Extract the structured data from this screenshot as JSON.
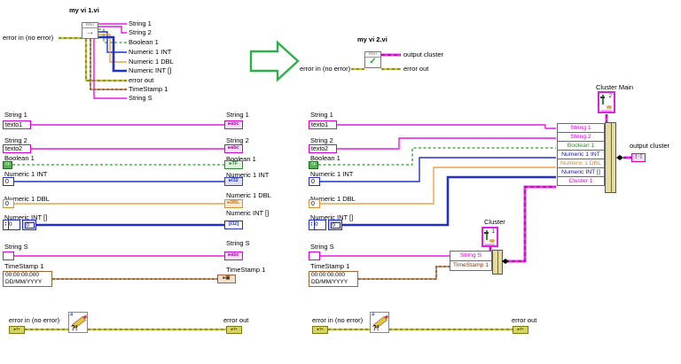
{
  "colors": {
    "string_wire": "#e618e6",
    "boolean_wire": "#2aa02a",
    "int_wire": "#2330c8",
    "dbl_wire": "#e8a44c",
    "array_wire": "#2330c8",
    "error_wire": "#c2c23c",
    "timestamp_wire": "#8a4513",
    "cluster_wire": "#ee2cee",
    "arrow_green": "#2faf4b",
    "bundle_strip": "#e3dc9e"
  },
  "vi1": {
    "title": "my vi 1.vi",
    "icon_text": "FRVI",
    "icon_glyph": "→",
    "error_in": "error in (no error)",
    "outputs": [
      "String 1",
      "String 2",
      "Boolean 1",
      "Numeric 1 INT",
      "Numeric 1 DBL",
      "Numeric INT []",
      "error out",
      "TimeStamp 1",
      "String S"
    ]
  },
  "vi2": {
    "title": "my vi 2.vi",
    "icon_text": "FRVI",
    "icon_glyph": "✓",
    "error_in": "error in (no error)",
    "output_cluster": "output cluster",
    "error_out": "error out"
  },
  "panel_left": {
    "controls": [
      {
        "label": "String 1",
        "value": "texto1"
      },
      {
        "label": "String 2",
        "value": "texto2"
      },
      {
        "label": "Boolean 1",
        "value": "TF"
      },
      {
        "label": "Numeric 1 INT",
        "value": "0"
      },
      {
        "label": "Numeric 1 DBL",
        "value": "0"
      },
      {
        "label": "Numeric INT []",
        "index": "0",
        "value": "0"
      },
      {
        "label": "String S",
        "value": ""
      },
      {
        "label": "TimeStamp 1",
        "time": "00:00:00,000",
        "date": "DD/MM/YYYY"
      }
    ],
    "indicators": [
      {
        "label": "String 1",
        "glyph": "▸abc"
      },
      {
        "label": "String 2",
        "glyph": "▸abc"
      },
      {
        "label": "Boolean 1",
        "glyph": "▸TF"
      },
      {
        "label": "Numeric 1 INT",
        "glyph": "▸I32"
      },
      {
        "label": "Numeric 1 DBL",
        "glyph": "▸DBL"
      },
      {
        "label": "Numeric INT []",
        "glyph": "[I32]"
      },
      {
        "label": "String S",
        "glyph": "▸abc"
      },
      {
        "label": "TimeStamp 1",
        "glyph": "▸▣"
      }
    ]
  },
  "panel_right": {
    "controls": [
      {
        "label": "String 1",
        "value": "texto1"
      },
      {
        "label": "String 2",
        "value": "texto2"
      },
      {
        "label": "Boolean 1",
        "value": "TF"
      },
      {
        "label": "Numeric 1 INT",
        "value": "0"
      },
      {
        "label": "Numeric 1 DBL",
        "value": "0"
      },
      {
        "label": "Numeric INT []",
        "index": "0",
        "value": "0"
      },
      {
        "label": "String S",
        "value": ""
      },
      {
        "label": "TimeStamp 1",
        "time": "00:00:00,000",
        "date": "DD/MM/YYYY"
      }
    ],
    "cluster_main": {
      "label": "Cluster Main",
      "badge": "2"
    },
    "cluster_sub": {
      "label": "Cluster",
      "badge": "1"
    },
    "bundle_rows": [
      "String 1",
      "String 2",
      "Boolean 1",
      "Numeric 1 INT",
      "Numeric 1 DBL",
      "Numeric INT []",
      "Cluster 1"
    ],
    "sub_rows": [
      "String S",
      "TimeStamp 1"
    ],
    "output_cluster": {
      "label": "output cluster",
      "glyph": "[··]"
    }
  },
  "error_row_left": {
    "in_label": "error in (no error)",
    "out_label": "error out",
    "terminal_glyph": "▸?▪"
  },
  "error_row_right": {
    "in_label": "error in (no error)",
    "out_label": "error out",
    "terminal_glyph": "▸?▪"
  },
  "clear_errors_icon": {
    "hash": "#",
    "qbang": "?!"
  }
}
